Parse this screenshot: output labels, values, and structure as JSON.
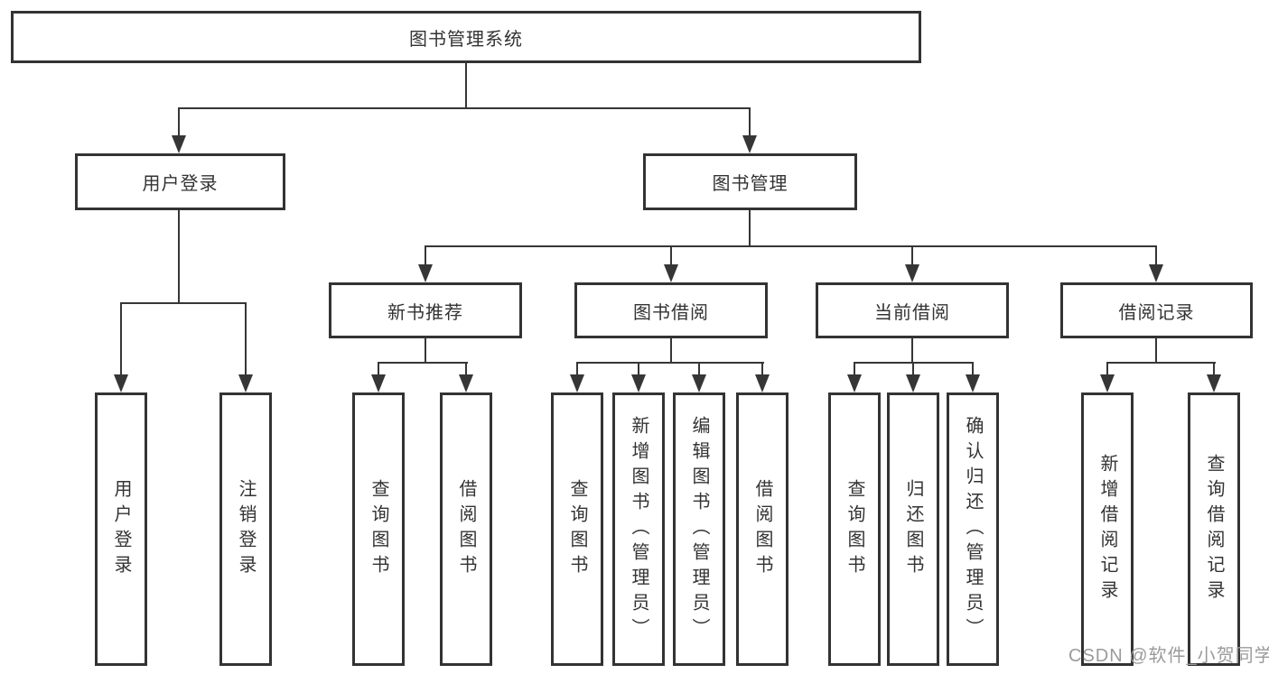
{
  "diagram": {
    "type": "hierarchy-tree",
    "colors": {
      "line": "#363636",
      "box_border": "#333333",
      "text": "#333333",
      "background": "#ffffff",
      "watermark": "#9b9b9b"
    },
    "root": {
      "label": "图书管理系统"
    },
    "level2": [
      {
        "label": "用户登录",
        "parent": "图书管理系统"
      },
      {
        "label": "图书管理",
        "parent": "图书管理系统"
      }
    ],
    "level3": [
      {
        "label": "新书推荐",
        "parent": "图书管理"
      },
      {
        "label": "图书借阅",
        "parent": "图书管理"
      },
      {
        "label": "当前借阅",
        "parent": "图书管理"
      },
      {
        "label": "借阅记录",
        "parent": "图书管理"
      }
    ],
    "leaves": [
      {
        "label": "用户登录",
        "parent": "用户登录"
      },
      {
        "label": "注销登录",
        "parent": "用户登录"
      },
      {
        "label": "查询图书",
        "parent": "新书推荐"
      },
      {
        "label": "借阅图书",
        "parent": "新书推荐"
      },
      {
        "label": "查询图书",
        "parent": "图书借阅"
      },
      {
        "label": "新增图书（管理员）",
        "parent": "图书借阅"
      },
      {
        "label": "编辑图书（管理员）",
        "parent": "图书借阅"
      },
      {
        "label": "借阅图书",
        "parent": "图书借阅"
      },
      {
        "label": "查询图书",
        "parent": "当前借阅"
      },
      {
        "label": "归还图书",
        "parent": "当前借阅"
      },
      {
        "label": "确认归还（管理员）",
        "parent": "当前借阅"
      },
      {
        "label": "新增借阅记录",
        "parent": "借阅记录"
      },
      {
        "label": "查询借阅记录",
        "parent": "借阅记录"
      }
    ]
  },
  "watermark": {
    "text": "CSDN @软件_小贺同学"
  }
}
